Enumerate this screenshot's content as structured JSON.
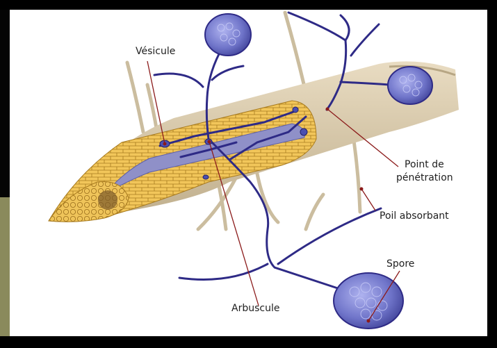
{
  "diagram": {
    "labels": {
      "vesicule": "Vésicule",
      "point_de_penetration": [
        "Point de",
        "pénétration"
      ],
      "poil_absorbant": "Poil absorbant",
      "spore": "Spore",
      "arbuscule": "Arbuscule"
    },
    "colors": {
      "background": "#000000",
      "panel": "#ffffff",
      "root_bark": "#d9cbb0",
      "cortex": "#f2c65a",
      "cortex_cell_lines": "#a77a1e",
      "stele": "#8f90c8",
      "hypha": "#2e2a86",
      "spore_fill": "#6f74c9",
      "leader_line": "#8b1a1a"
    }
  }
}
